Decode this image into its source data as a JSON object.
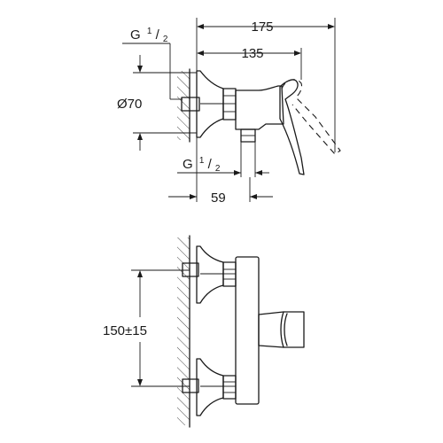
{
  "dimensions": {
    "overall_width": "175",
    "body_width": "135",
    "thread_top": {
      "letter": "G",
      "num": "1",
      "den": "2"
    },
    "thread_bottom": {
      "letter": "G",
      "num": "1",
      "den": "2"
    },
    "rosette_diameter": "Ø70",
    "outlet_offset": "59",
    "center_distance": "150±15"
  }
}
